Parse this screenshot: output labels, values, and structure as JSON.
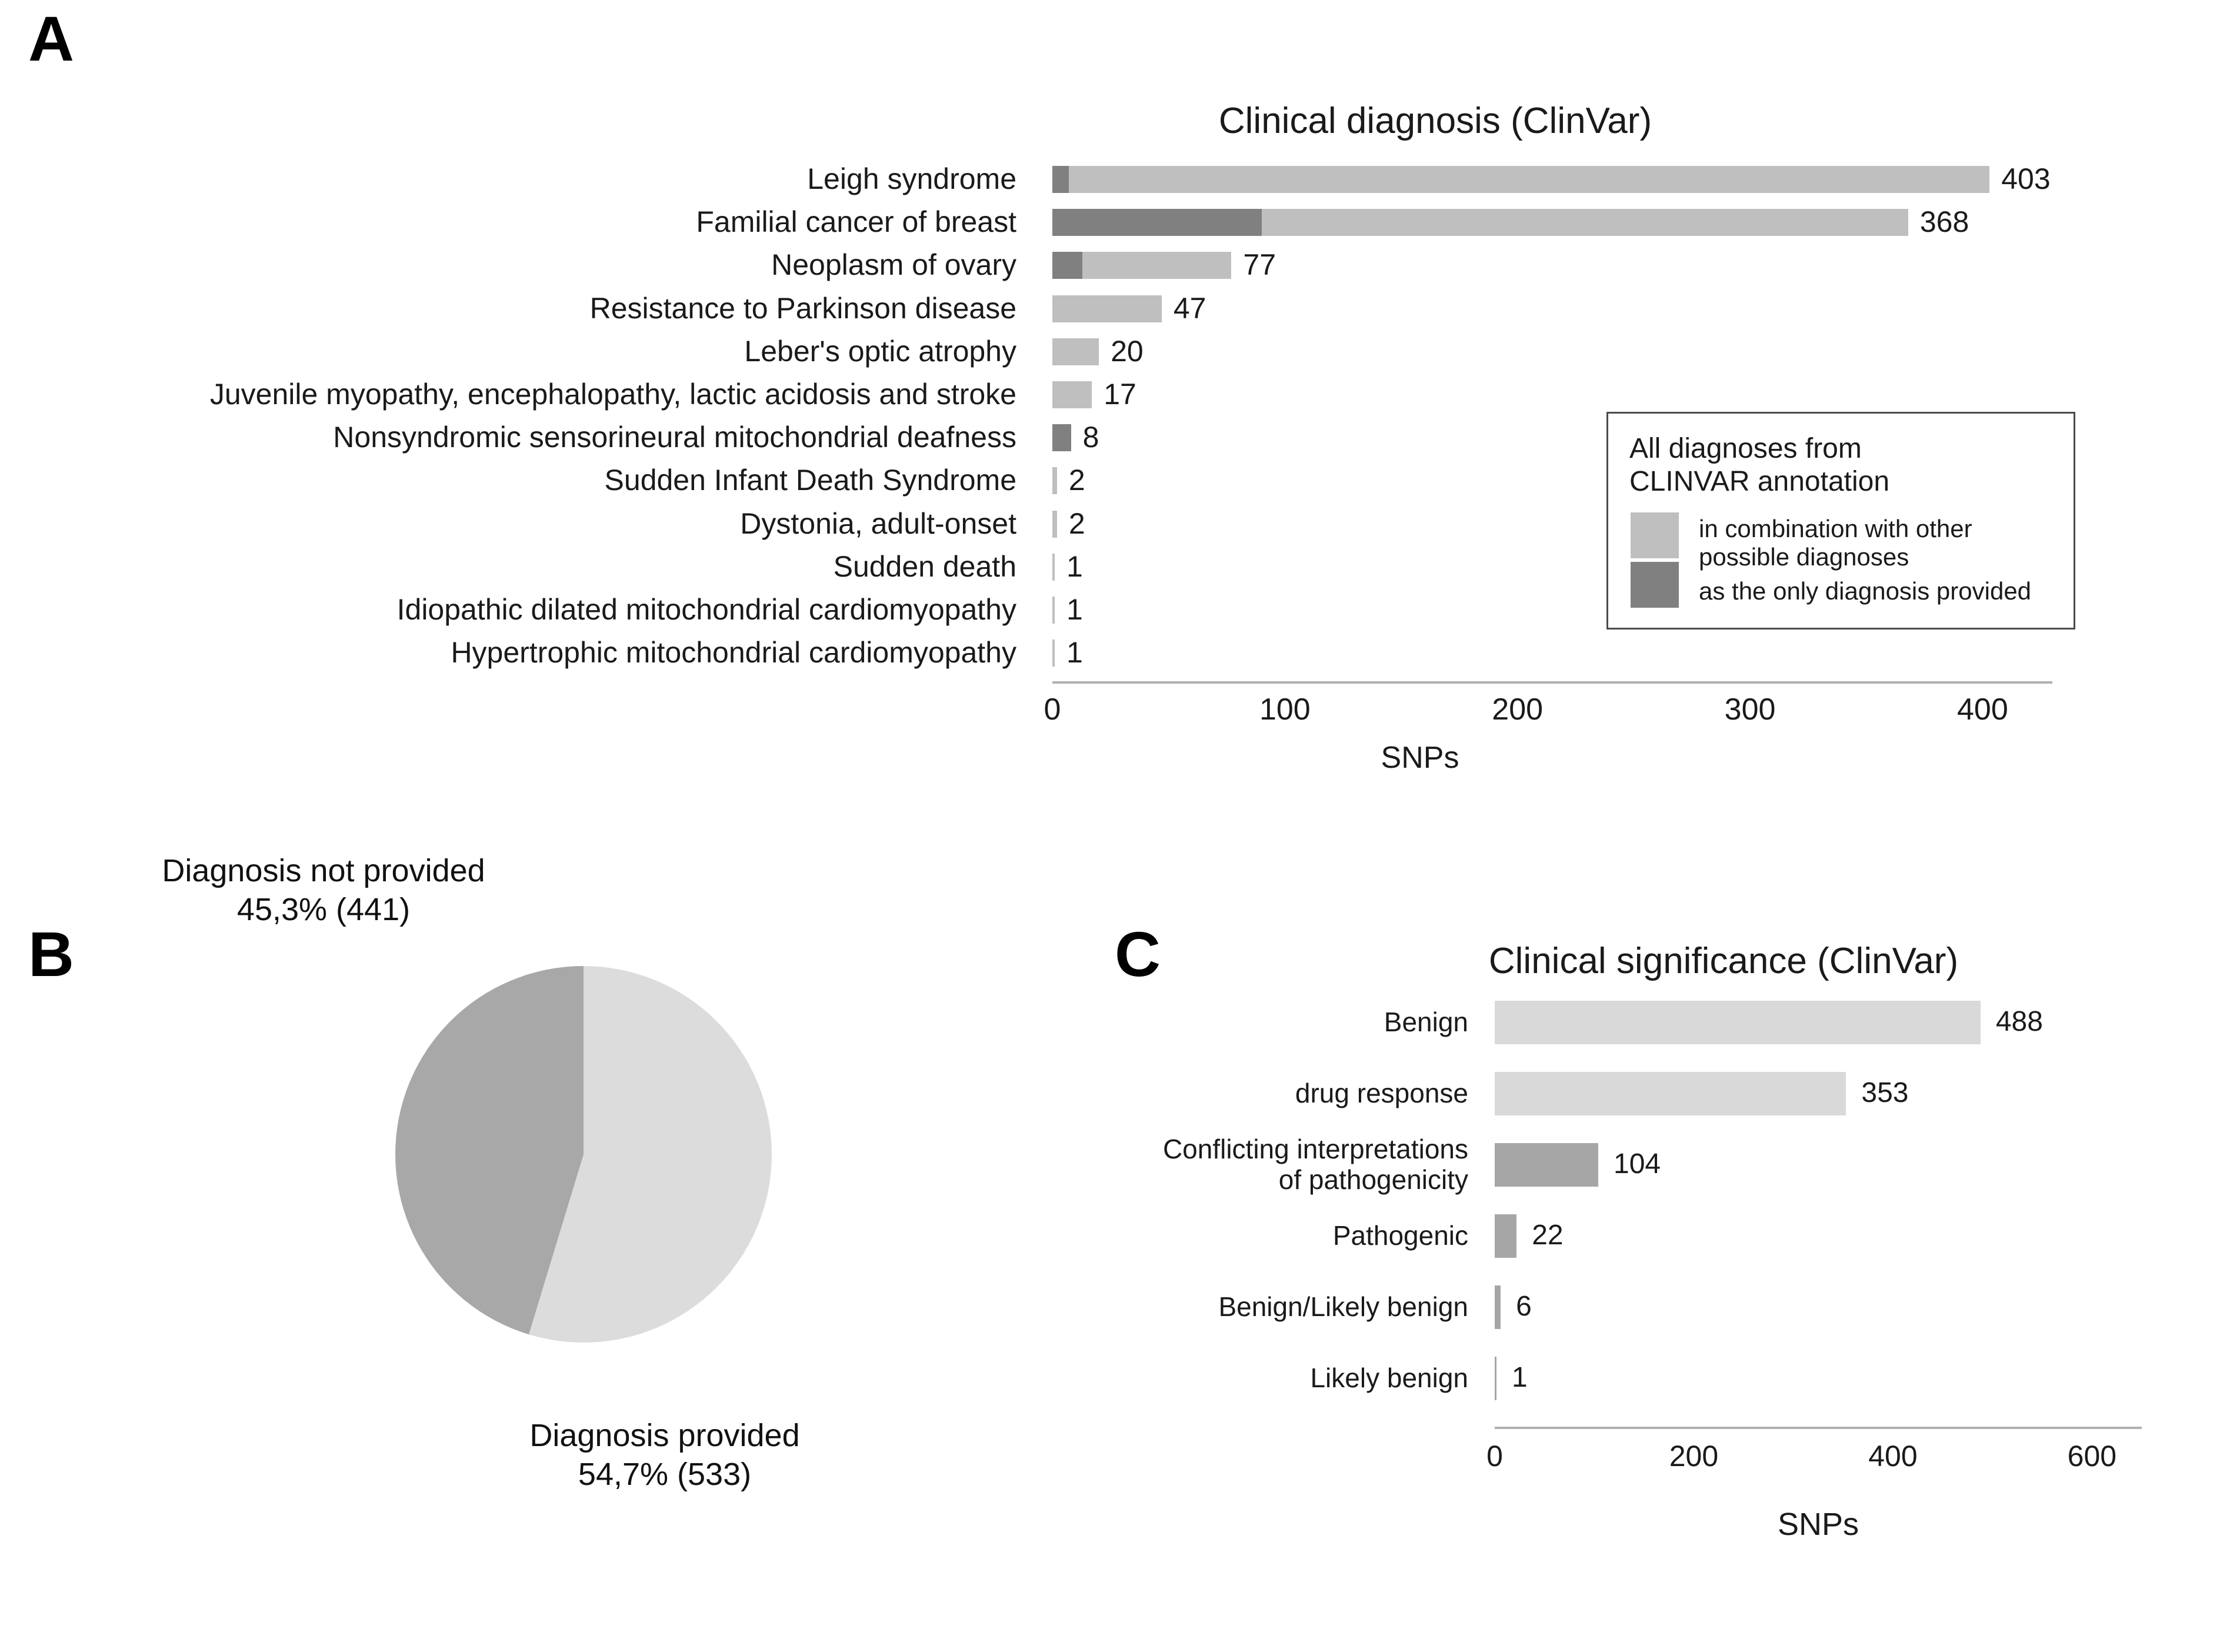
{
  "panels": {
    "a": {
      "letter": "A"
    },
    "b": {
      "letter": "B"
    },
    "c": {
      "letter": "C"
    }
  },
  "panel_a": {
    "legend": {
      "title": "All diagnoses from\nCLINVAR annotation",
      "items": [
        {
          "label": "in combination with other\npossible diagnoses",
          "color": "#bfbfbf"
        },
        {
          "label": "as the only diagnosis provided",
          "color": "#808080"
        }
      ]
    }
  },
  "panel_b": {
    "label_top": "Diagnosis not provided\n45,3% (441)",
    "label_bottom": "Diagnosis provided\n54,7% (533)"
  },
  "chart_data": [
    {
      "id": "panel_a",
      "type": "bar",
      "orientation": "horizontal",
      "stacked": true,
      "title": "Clinical diagnosis (ClinVar)",
      "xlabel": "SNPs",
      "ylabel": "",
      "xlim": [
        0,
        430
      ],
      "xticks": [
        0,
        100,
        200,
        300,
        400
      ],
      "grid": false,
      "legend_position": "inside-right",
      "categories": [
        "Leigh syndrome",
        "Familial cancer of breast",
        "Neoplasm of ovary",
        "Resistance to Parkinson disease",
        "Leber's optic atrophy",
        "Juvenile myopathy, encephalopathy, lactic acidosis and stroke",
        "Nonsyndromic sensorineural mitochondrial deafness",
        "Sudden Infant Death Syndrome",
        "Dystonia, adult-onset",
        "Sudden death",
        "Idiopathic dilated mitochondrial cardiomyopathy",
        "Hypertrophic mitochondrial cardiomyopathy"
      ],
      "totals": [
        403,
        368,
        77,
        47,
        20,
        17,
        8,
        2,
        2,
        1,
        1,
        1
      ],
      "value_labels": [
        "403",
        "368",
        "77",
        "47",
        "20",
        "17",
        "8",
        "2",
        "2",
        "1",
        "1",
        "1"
      ],
      "series": [
        {
          "name": "as the only diagnosis provided",
          "color": "#808080",
          "values": [
            7,
            90,
            13,
            0,
            0,
            0,
            8,
            0,
            0,
            0,
            0,
            0
          ]
        },
        {
          "name": "in combination with other possible diagnoses",
          "color": "#bfbfbf",
          "values": [
            396,
            278,
            64,
            47,
            20,
            17,
            0,
            2,
            2,
            1,
            1,
            1
          ]
        }
      ]
    },
    {
      "id": "panel_b",
      "type": "pie",
      "title": "",
      "labels": [
        "Diagnosis provided",
        "Diagnosis not provided"
      ],
      "values": [
        533,
        441
      ],
      "percentages": [
        "54,7%",
        "45,3%"
      ],
      "colors": [
        "#dcdcdc",
        "#a8a8a8"
      ],
      "start_angle_deg": 0,
      "direction": "clockwise"
    },
    {
      "id": "panel_c",
      "type": "bar",
      "orientation": "horizontal",
      "stacked": false,
      "title": "Clinical significance (ClinVar)",
      "xlabel": "SNPs",
      "ylabel": "",
      "xlim": [
        0,
        650
      ],
      "xticks": [
        0,
        200,
        400,
        600
      ],
      "grid": false,
      "categories": [
        "Benign",
        "drug response",
        "Conflicting interpretations\nof pathogenicity",
        "Pathogenic",
        "Benign/Likely benign",
        "Likely benign"
      ],
      "values": [
        488,
        353,
        104,
        22,
        6,
        1
      ],
      "value_labels": [
        "488",
        "353",
        "104",
        "22",
        "6",
        "1"
      ],
      "bar_colors": [
        "#d9d9d9",
        "#d9d9d9",
        "#a6a6a6",
        "#a6a6a6",
        "#a6a6a6",
        "#a6a6a6"
      ]
    }
  ]
}
